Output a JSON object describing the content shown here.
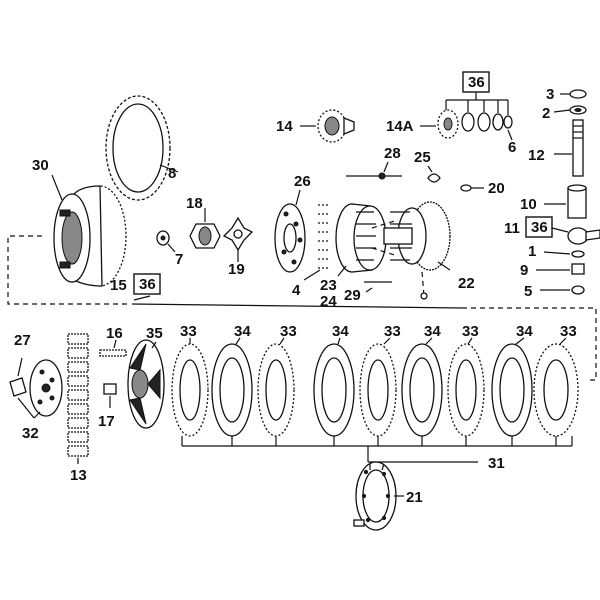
{
  "labels": {
    "l1": "1",
    "l2": "2",
    "l3": "3",
    "l5": "5",
    "l6": "6",
    "l7": "7",
    "l8": "8",
    "l9": "9",
    "l10": "10",
    "l11": "11",
    "l12": "12",
    "l13": "13",
    "l14": "14",
    "l14a": "14A",
    "l15": "15",
    "l16": "16",
    "l17": "17",
    "l18": "18",
    "l19": "19",
    "l20": "20",
    "l21": "21",
    "l22": "22",
    "l23": "23",
    "l24": "24",
    "l25": "25",
    "l26": "26",
    "l27": "27",
    "l28": "28",
    "l29": "29",
    "l30": "30",
    "l31": "31",
    "l32": "32",
    "l35": "35",
    "l4": "4",
    "l33": "33",
    "l34": "34",
    "b36": "36"
  }
}
